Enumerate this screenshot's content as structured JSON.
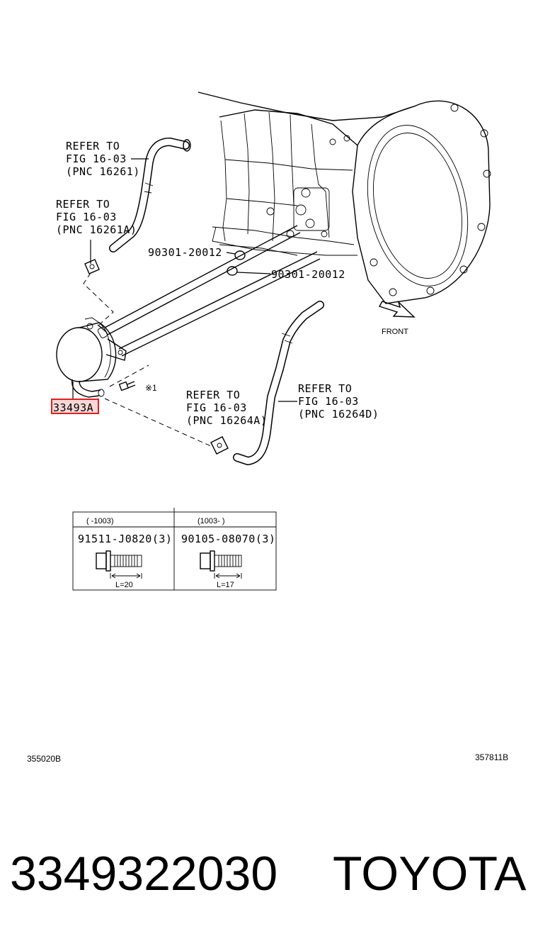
{
  "callouts": {
    "refer1": [
      "REFER TO",
      "FIG 16-03",
      "(PNC 16261)"
    ],
    "refer2": [
      "REFER TO",
      "FIG 16-03",
      "(PNC 16261A)"
    ],
    "refer3": [
      "REFER TO",
      "FIG 16-03",
      "(PNC 16264A)"
    ],
    "refer4": [
      "REFER TO",
      "FIG 16-03",
      "(PNC 16264D)"
    ],
    "gasket_a": "90301-20012",
    "gasket_b": "90301-20012",
    "front_label": "FRONT",
    "bolt_mark": "※1",
    "highlighted_part": "33493A",
    "highlight_color": "#e02020"
  },
  "bolt_table": {
    "columns": [
      {
        "range": "(   -1003)",
        "part": "91511-J0820(3)",
        "length": "L=20"
      },
      {
        "range": "(1003-    )",
        "part": "90105-08070(3)",
        "length": "L=17"
      }
    ]
  },
  "codes": {
    "left": "355020B",
    "right": "357811B"
  },
  "footer": {
    "part_number": "3349322030",
    "brand": "TOYOTA"
  }
}
